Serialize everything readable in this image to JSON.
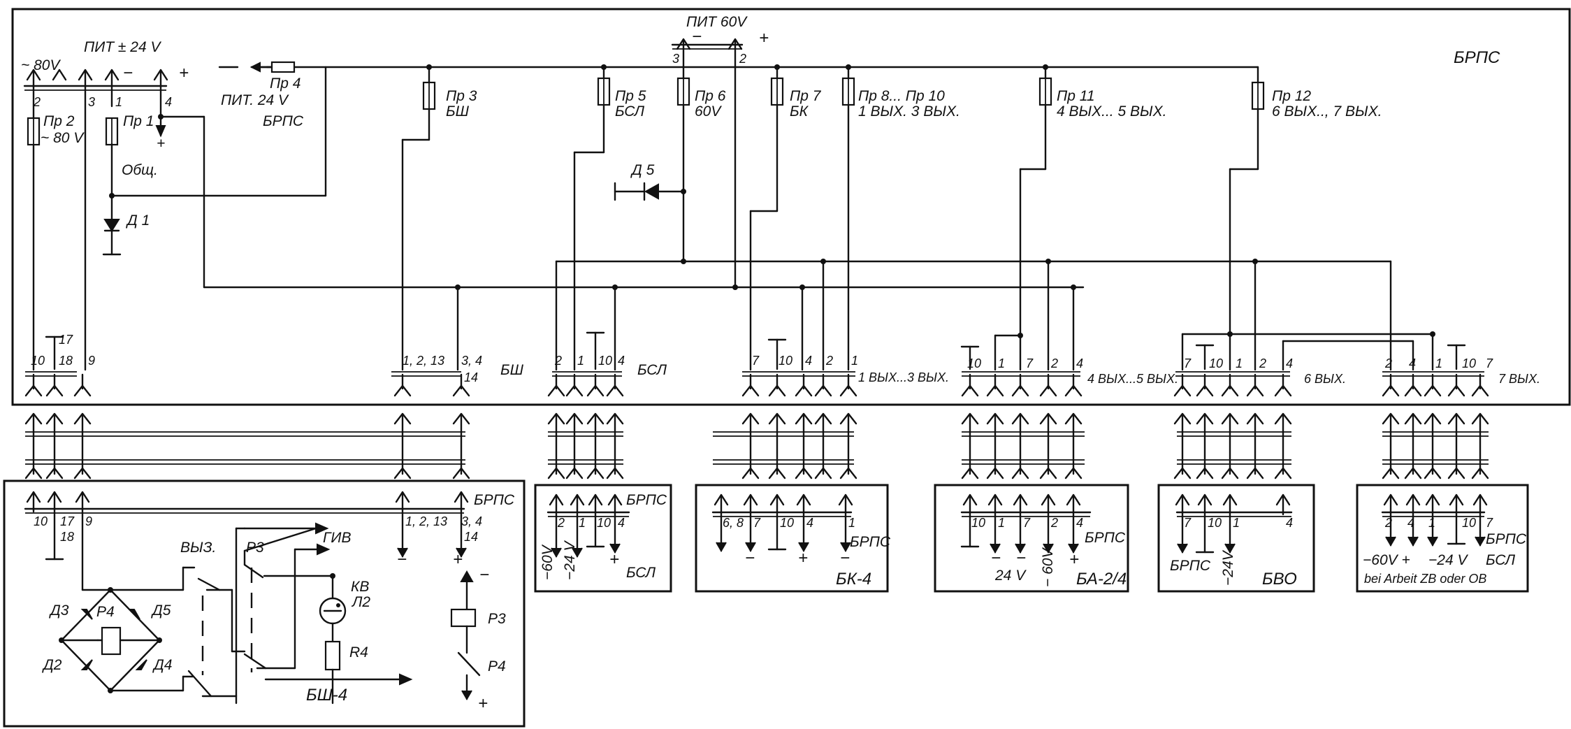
{
  "supply": {
    "pit24_top": "ПИТ ± 24 V",
    "ac80": "~ 80V",
    "minus": "−",
    "plus": "+",
    "pit60": "ПИТ 60V",
    "pit24_brpc": "ПИТ. 24 V",
    "brpc_small": "БРПС",
    "obsh": "Общ."
  },
  "pins": {
    "p2": "2",
    "p3": "3",
    "p1": "1",
    "p4": "4"
  },
  "fuses": {
    "pr4": "Пр 4",
    "pr2": "Пр 2",
    "pr2_val": "~ 80 V",
    "pr1": "Пр 1",
    "pr3": "Пр 3",
    "pr3_sub": "БШ",
    "pr5": "Пр 5",
    "pr5_sub": "БСЛ",
    "pr6": "Пр 6",
    "pr6_sub": "60V",
    "pr7": "Пр 7",
    "pr7_sub": "БК",
    "pr8_10": "Пр 8... Пр 10",
    "pr8_10_sub": "1 ВЫХ.  3 ВЫХ.",
    "pr11": "Пр 11",
    "pr11_sub": "4 ВЫХ... 5 ВЫХ.",
    "pr12": "Пр 12",
    "pr12_sub": "6 ВЫХ.., 7 ВЫХ."
  },
  "diodes": {
    "d1": "Д 1",
    "d5top": "Д 5"
  },
  "main": {
    "title": "БРПС"
  },
  "connectors": {
    "bsh": {
      "label": "БШ",
      "pins": [
        "10",
        "17",
        "18",
        "9",
        "1, 2, 13",
        "3, 4",
        "14"
      ]
    },
    "bsl": {
      "label": "БСЛ",
      "pins": [
        "2",
        "1",
        "10",
        "4"
      ]
    },
    "out1_3": {
      "label": "1 ВЫХ...3 ВЫХ.",
      "pins": [
        "7",
        "10",
        "4",
        "2",
        "1"
      ]
    },
    "out4_5": {
      "label": "4 ВЫХ...5 ВЫХ.",
      "pins": [
        "10",
        "1",
        "7",
        "2",
        "4"
      ]
    },
    "out6": {
      "label": "6 ВЫХ.",
      "pins": [
        "7",
        "10",
        "1",
        "2",
        "4"
      ]
    },
    "out7": {
      "label": "7 ВЫХ.",
      "pins": [
        "2",
        "4",
        "1",
        "10",
        "7"
      ]
    }
  },
  "bsh4": {
    "title": "БРПС",
    "pins": [
      "10",
      "17",
      "18",
      "9",
      "1, 2, 13",
      "3, 4",
      "14"
    ],
    "vyz": "ВЫЗ.",
    "p3": "Р3",
    "giv": "ГИВ",
    "kv": "КВ",
    "l2": "Л2",
    "r4": "R4",
    "d3": "Д3",
    "d5": "Д5",
    "d2": "Д2",
    "d4": "Д4",
    "rel_p4": "Р4",
    "bsh4": "БШ-4",
    "coil_p3": "Р3",
    "contact_p4": "Р4",
    "minus": "−",
    "plus": "+"
  },
  "unit_bsl": {
    "brpc": "БРПС",
    "pins": [
      "2",
      "1",
      "10",
      "4"
    ],
    "v60": "−60V",
    "v24": "−24 V",
    "plus": "+",
    "name": "БСЛ"
  },
  "unit_bk4": {
    "pins": [
      "6, 8",
      "7",
      "10",
      "4",
      "1"
    ],
    "brpc": "БРПС",
    "minus1": "−",
    "minus2": "−",
    "plus": "+",
    "minus3": "−",
    "name": "БК-4"
  },
  "unit_ba24": {
    "pins": [
      "10",
      "1",
      "7",
      "2",
      "4"
    ],
    "brpc": "БРПС",
    "v24": "24 V",
    "v60": "− 60V",
    "minus": "−",
    "minus2": "−",
    "plus": "+",
    "name": "БА-2/4"
  },
  "unit_bvo": {
    "pins": [
      "7",
      "10",
      "1",
      "4"
    ],
    "brpc": "БРПС",
    "v24": "−24V",
    "name": "БВО"
  },
  "unit_7out": {
    "pins": [
      "2",
      "4",
      "1",
      "10",
      "7"
    ],
    "brpc": "БРПС",
    "bsl": "БСЛ",
    "v60": "−60V +",
    "v24": "−24 V",
    "note": "bei Arbeit ZB  oder  OB"
  }
}
